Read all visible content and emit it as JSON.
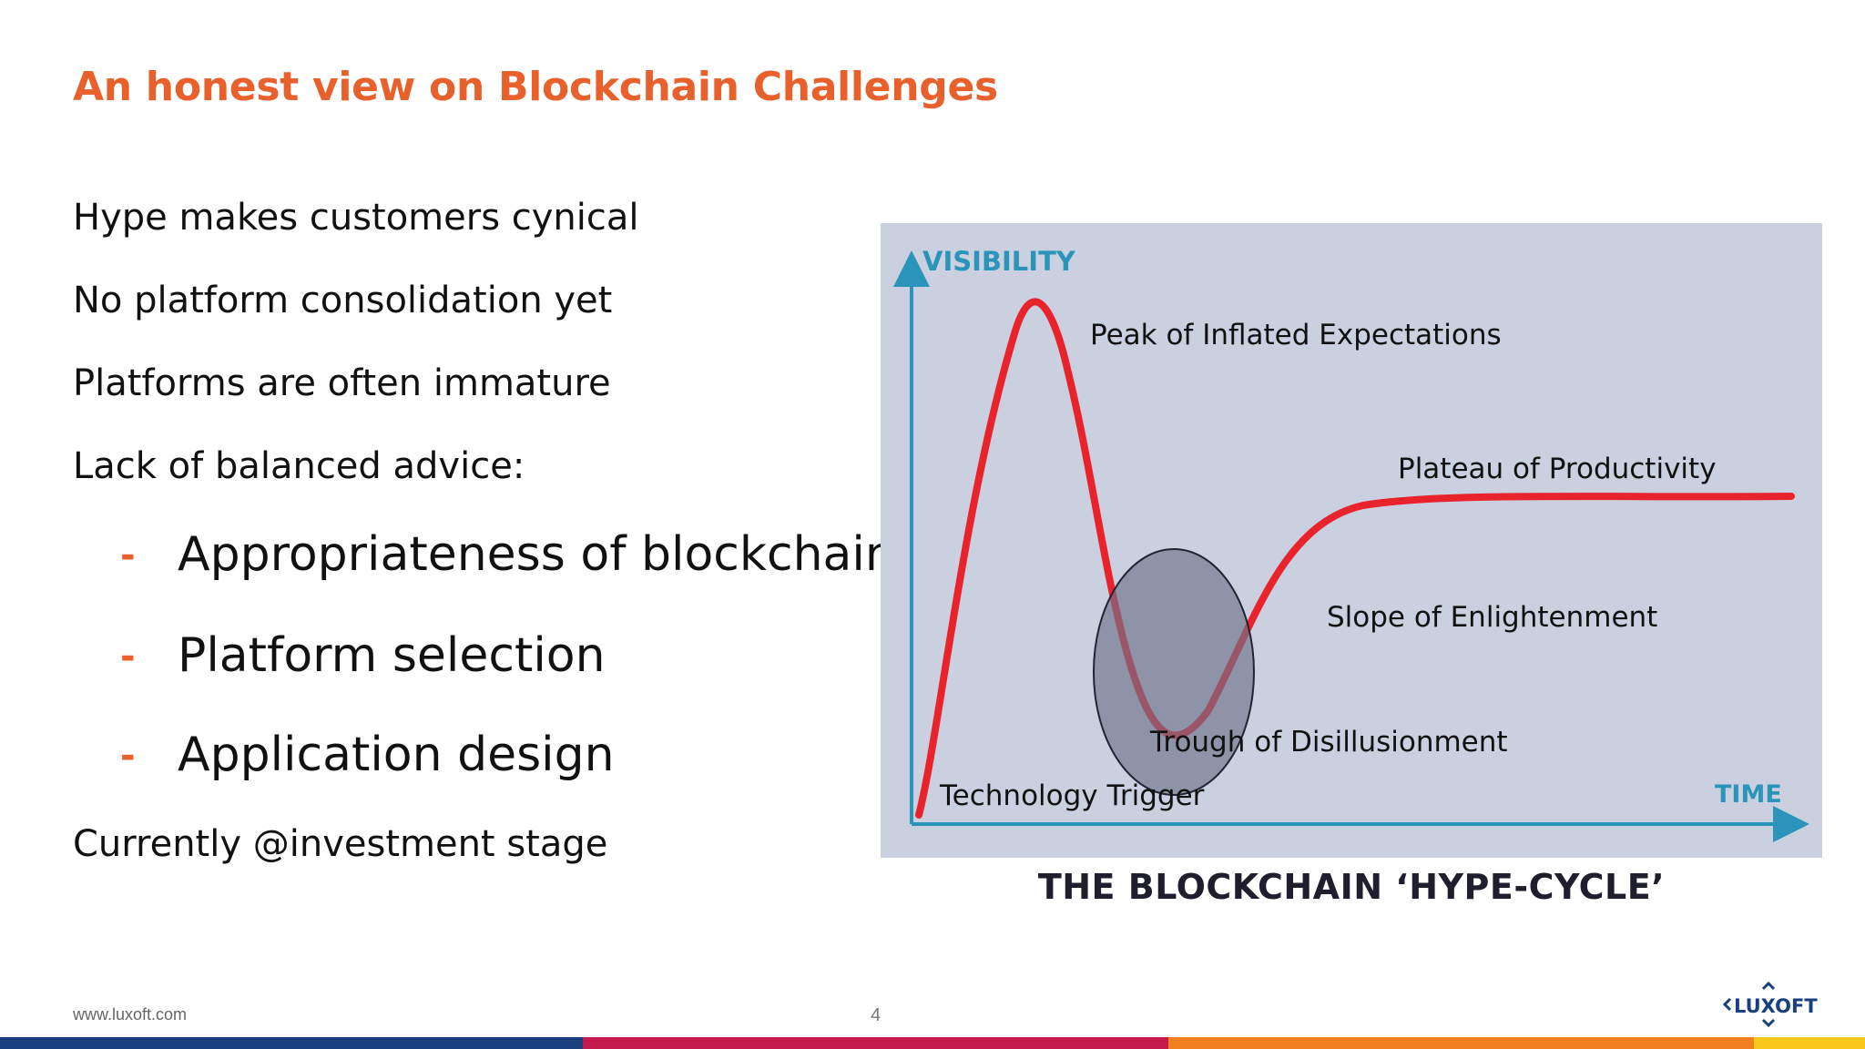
{
  "title": "An honest view on Blockchain Challenges",
  "bullets": [
    "Hype makes customers cynical",
    "No platform consolidation yet",
    "Platforms are often immature",
    "Lack of balanced advice:"
  ],
  "sub_bullets": [
    {
      "marker": "-",
      "text": "Appropriateness of blockchain"
    },
    {
      "marker": "-",
      "text": "Platform selection"
    },
    {
      "marker": "-",
      "text": "Application design"
    }
  ],
  "closing_bullet": "Currently @investment stage",
  "diagram": {
    "y_axis_label": "VISIBILITY",
    "x_axis_label": "TIME",
    "phases": {
      "peak": "Peak of Inflated Expectations",
      "plateau": "Plateau of Productivity",
      "slope": "Slope of Enlightenment",
      "trough": "Trough of Disillusionment",
      "trigger": "Technology Trigger"
    },
    "background_color": "#cbd0e0",
    "axis_color": "#2a95b8",
    "curve_color": "#e8232b",
    "highlight_color": "#6e7189"
  },
  "caption": "THE BLOCKCHAIN ‘HYPE-CYCLE’",
  "footer": {
    "url": "www.luxoft.com",
    "page_number": "4",
    "logo_text": "LUXOFT"
  },
  "brand_colors": {
    "accent": "#e8612c",
    "bar_blue": "#1a3f7d",
    "bar_red": "#c41a4e",
    "bar_orange": "#f07f20",
    "bar_yellow": "#f6c81b"
  }
}
